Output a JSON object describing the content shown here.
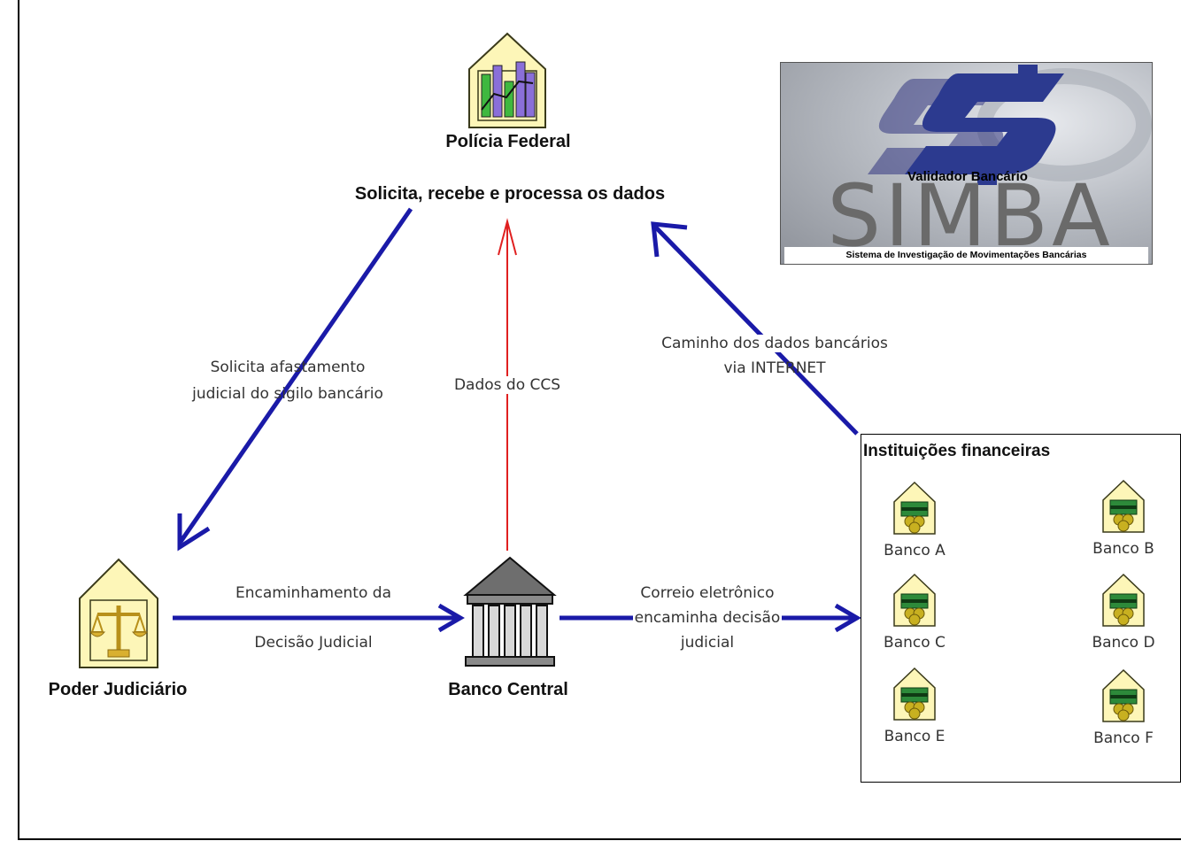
{
  "nodes": {
    "policia": "Polícia Federal",
    "policia_sub": "Solicita, recebe e processa os dados",
    "judiciario": "Poder Judiciário",
    "banco_central": "Banco Central"
  },
  "edges": {
    "afastamento_l1": "Solicita afastamento",
    "afastamento_l2": "judicial do sigilo bancário",
    "ccs": "Dados do CCS",
    "caminho_l1": "Caminho dos dados bancários",
    "caminho_l2": "via INTERNET",
    "encaminhamento_l1": "Encaminhamento da",
    "encaminhamento_l2": "Decisão Judicial",
    "correio_l1": "Correio eletrônico",
    "correio_l2": "encaminha decisão",
    "correio_l3": "judicial"
  },
  "instituicoes": {
    "title": "Instituições financeiras",
    "banks": [
      "Banco A",
      "Banco B",
      "Banco C",
      "Banco D",
      "Banco E",
      "Banco F"
    ]
  },
  "logo": {
    "tagline": "Validador Bancário",
    "name": "SIMBA",
    "subtitle": "Sistema de Investigação de Movimentações Bancárias"
  },
  "colors": {
    "flow": "#1a1aa8",
    "data_flow": "#e02020"
  },
  "icons": [
    "chart-house-icon",
    "scales-house-icon",
    "bank-building-icon",
    "money-house-icon"
  ]
}
